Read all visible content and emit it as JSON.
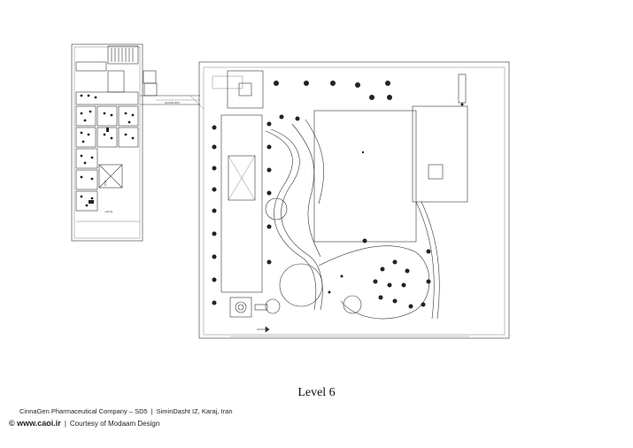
{
  "drawing": {
    "level_label": "Level  6",
    "annotations": {
      "slope_label": "SLOPE 20%",
      "elevation_label": "+26.40",
      "room_label": "Duct"
    }
  },
  "caption": {
    "project_line": "CinnaGen Pharmaceutical Company – SD5",
    "location": "SiminDasht IZ, Karaj, Iran",
    "copyright": "© www.caoi.ir",
    "credit": "Courtesy of Modaam Design"
  }
}
